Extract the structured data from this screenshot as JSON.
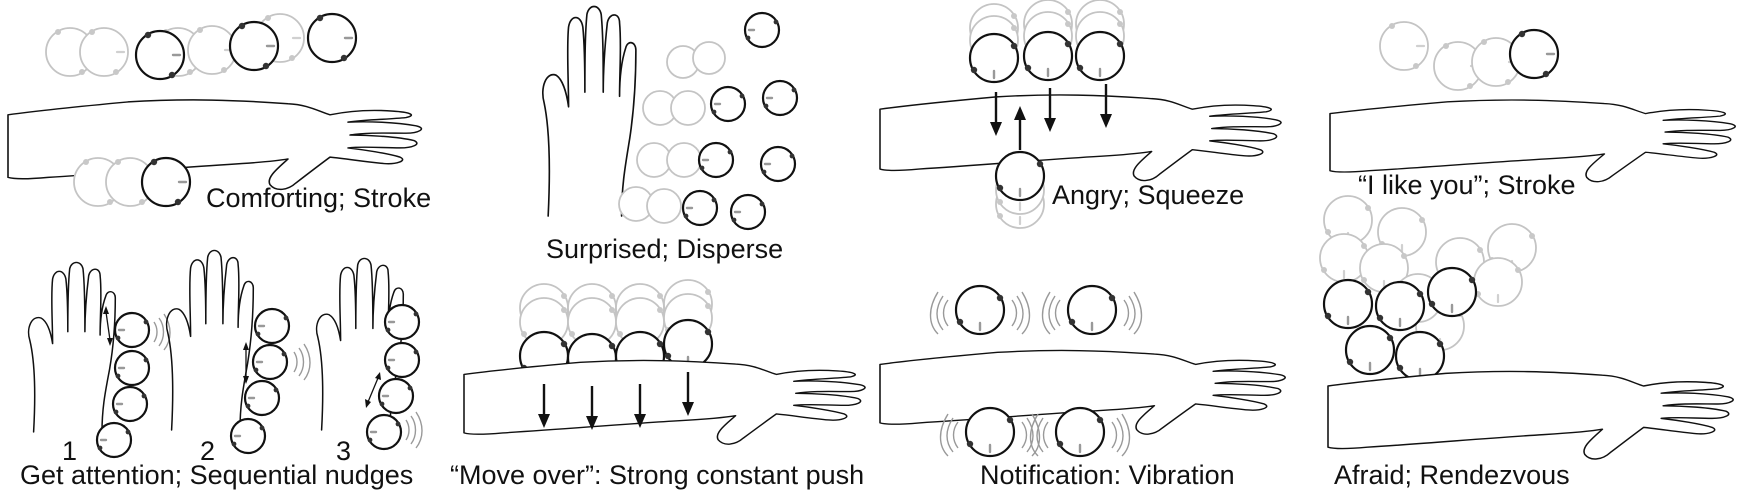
{
  "panels": {
    "comforting": {
      "caption": "Comforting; Stroke"
    },
    "surprised": {
      "caption": "Surprised; Disperse"
    },
    "angry": {
      "caption": "Angry; Squeeze"
    },
    "like": {
      "caption": "“I like you”; Stroke"
    },
    "attention": {
      "caption": "Get attention; Sequential nudges",
      "steps": [
        "1",
        "2",
        "3"
      ]
    },
    "move_over": {
      "caption": "“Move over”: Strong constant push"
    },
    "notification": {
      "caption": "Notification: Vibration"
    },
    "afraid": {
      "caption": "Afraid; Rendezvous"
    }
  },
  "colors": {
    "ink": "#111111",
    "ghost": "#c4c4c4",
    "background": "#ffffff"
  }
}
